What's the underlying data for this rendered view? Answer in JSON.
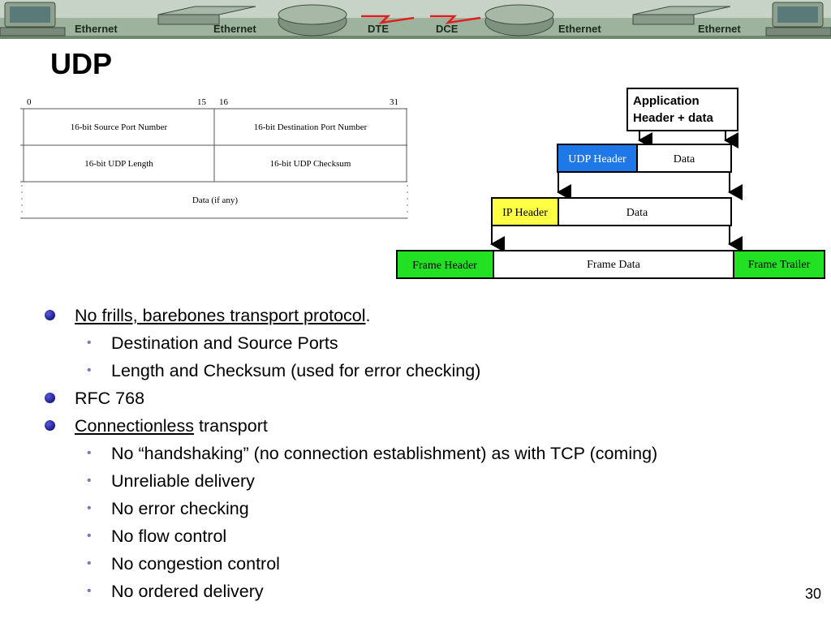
{
  "banner": {
    "labels": [
      "Ethernet",
      "Ethernet",
      "DTE",
      "DCE",
      "Ethernet",
      "Ethernet"
    ],
    "colors": {
      "bg": "#b8c8b8",
      "band": "#8fa58f"
    }
  },
  "title": "UDP",
  "udp_header_table": {
    "bit_labels": [
      "0",
      "15",
      "16",
      "31"
    ],
    "rows": [
      [
        "16-bit Source Port Number",
        "16-bit Destination Port Number"
      ],
      [
        "16-bit UDP Length",
        "16-bit UDP Checksum"
      ]
    ],
    "data_row": "Data (if any)"
  },
  "encapsulation": {
    "app": {
      "line1": "Application",
      "line2": "Header + data"
    },
    "udp_header": "UDP Header",
    "udp_data": "Data",
    "ip_header": "IP Header",
    "ip_data": "Data",
    "frame_header": "Frame Header",
    "frame_data": "Frame Data",
    "frame_trailer": "Frame Trailer",
    "colors": {
      "udp": "#1e78e8",
      "ip": "#ffff44",
      "frame": "#22e022"
    }
  },
  "bullets": {
    "item1": {
      "link": "No frills, barebones transport protocol",
      "suffix": "."
    },
    "item1_sub": [
      "Destination and Source Ports",
      "Length and Checksum (used for error checking)"
    ],
    "item2": "RFC 768",
    "item3": {
      "link": "Connectionless",
      "suffix": " transport"
    },
    "item3_sub": [
      "No “handshaking” (no connection establishment) as with TCP (coming)",
      "Unreliable delivery",
      "No error checking",
      "No flow control",
      "No congestion control",
      "No ordered delivery"
    ]
  },
  "page_number": "30"
}
